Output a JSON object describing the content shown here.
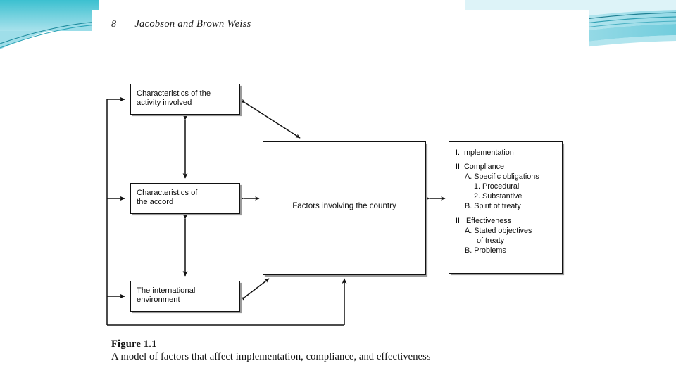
{
  "slide": {
    "background_color": "#ffffff",
    "accent_colors": [
      "#2fb9c9",
      "#7fd4e2",
      "#b9e7ef",
      "#1e8c9e",
      "#4ab9cf"
    ]
  },
  "page": {
    "folio": "8",
    "running_head": "Jacobson and Brown Weiss"
  },
  "figure": {
    "boxes": {
      "activity": "Characteristics of the\nactivity involved",
      "accord": "Characteristics of\nthe accord",
      "environment": "The international\nenvironment",
      "country": "Factors involving the country"
    },
    "outcomes": [
      {
        "level": 0,
        "text": "I. Implementation"
      },
      {
        "level": -1,
        "text": ""
      },
      {
        "level": 0,
        "text": "II. Compliance"
      },
      {
        "level": 1,
        "text": "A. Specific obligations"
      },
      {
        "level": 2,
        "text": "1. Procedural"
      },
      {
        "level": 2,
        "text": "2. Substantive"
      },
      {
        "level": 1,
        "text": "B. Spirit of treaty"
      },
      {
        "level": -1,
        "text": ""
      },
      {
        "level": 0,
        "text": "III. Effectiveness"
      },
      {
        "level": 1,
        "text": "A. Stated objectives"
      },
      {
        "level": 3,
        "text": "of treaty"
      },
      {
        "level": 1,
        "text": "B. Problems"
      }
    ]
  },
  "caption": {
    "title": "Figure 1.1",
    "text": "A model of factors that affect implementation, compliance, and effectiveness"
  }
}
